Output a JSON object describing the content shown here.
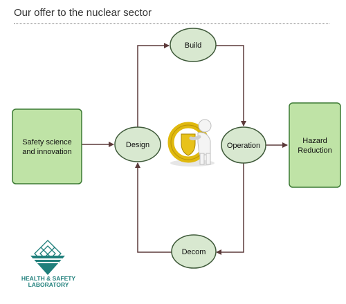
{
  "header": {
    "title": "Our offer to the nuclear sector"
  },
  "nodes": {
    "safety_science": {
      "line1": "Safety science",
      "line2": "and innovation"
    },
    "design": "Design",
    "build": "Build",
    "operation": "Operation",
    "decom": "Decom",
    "hazard_reduction": {
      "line1": "Hazard",
      "line2": "Reduction"
    }
  },
  "logo": {
    "line1": "HEALTH & SAFETY",
    "line2": "LABORATORY"
  },
  "colors": {
    "box_fill": "#bfe3a6",
    "box_border": "#3c7a34",
    "ellipse_fill": "#d8e8d0",
    "ellipse_border": "#3f5a3a",
    "arrow": "#5c3a3a",
    "logo_green": "#1f7f7b",
    "center_ring": "#e0b90e"
  },
  "icons": {
    "center": "figure-with-safety-shield-icon",
    "logo": "hsl-logo-icon"
  }
}
